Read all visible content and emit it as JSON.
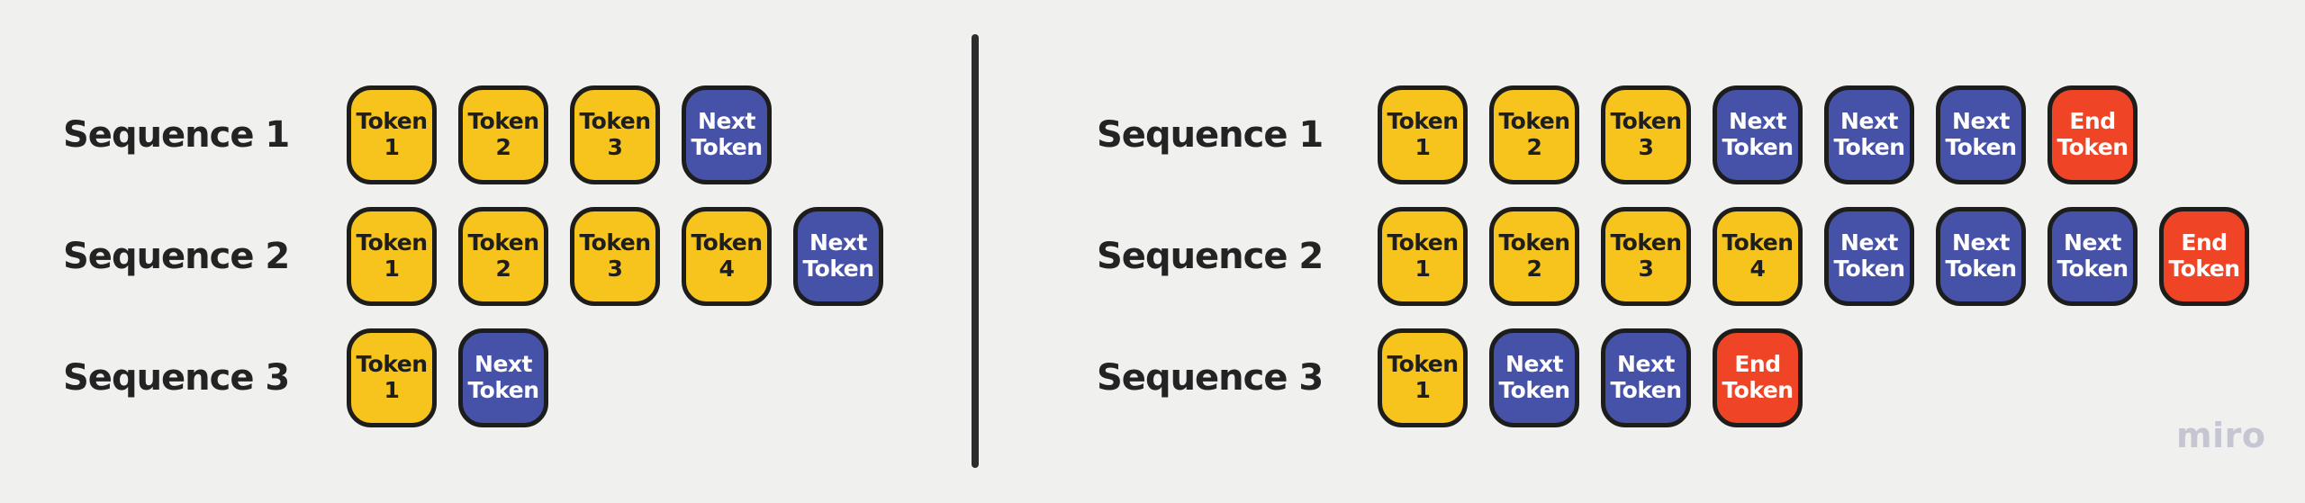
{
  "colors": {
    "background": "#f0f0ee",
    "card_yellow": "#f6c41c",
    "card_blue": "#4652a8",
    "card_red": "#ef4526",
    "card_border": "#1d1d1b",
    "label_text": "#232323",
    "card_dark_text": "#1e1e1e",
    "card_light_text": "#ffffff",
    "divider": "#2d2d2d",
    "watermark": "#c5c6d1"
  },
  "watermark": "miro",
  "panels": [
    {
      "side": "left",
      "rows": [
        {
          "label": "Sequence 1",
          "tokens": [
            {
              "type": "input",
              "line1": "Token",
              "line2": "1"
            },
            {
              "type": "input",
              "line1": "Token",
              "line2": "2"
            },
            {
              "type": "input",
              "line1": "Token",
              "line2": "3"
            },
            {
              "type": "next",
              "line1": "Next",
              "line2": "Token"
            }
          ]
        },
        {
          "label": "Sequence 2",
          "tokens": [
            {
              "type": "input",
              "line1": "Token",
              "line2": "1"
            },
            {
              "type": "input",
              "line1": "Token",
              "line2": "2"
            },
            {
              "type": "input",
              "line1": "Token",
              "line2": "3"
            },
            {
              "type": "input",
              "line1": "Token",
              "line2": "4"
            },
            {
              "type": "next",
              "line1": "Next",
              "line2": "Token"
            }
          ]
        },
        {
          "label": "Sequence 3",
          "tokens": [
            {
              "type": "input",
              "line1": "Token",
              "line2": "1"
            },
            {
              "type": "next",
              "line1": "Next",
              "line2": "Token"
            }
          ]
        }
      ]
    },
    {
      "side": "right",
      "rows": [
        {
          "label": "Sequence 1",
          "tokens": [
            {
              "type": "input",
              "line1": "Token",
              "line2": "1"
            },
            {
              "type": "input",
              "line1": "Token",
              "line2": "2"
            },
            {
              "type": "input",
              "line1": "Token",
              "line2": "3"
            },
            {
              "type": "next",
              "line1": "Next",
              "line2": "Token"
            },
            {
              "type": "next",
              "line1": "Next",
              "line2": "Token"
            },
            {
              "type": "next",
              "line1": "Next",
              "line2": "Token"
            },
            {
              "type": "end",
              "line1": "End",
              "line2": "Token"
            }
          ]
        },
        {
          "label": "Sequence 2",
          "tokens": [
            {
              "type": "input",
              "line1": "Token",
              "line2": "1"
            },
            {
              "type": "input",
              "line1": "Token",
              "line2": "2"
            },
            {
              "type": "input",
              "line1": "Token",
              "line2": "3"
            },
            {
              "type": "input",
              "line1": "Token",
              "line2": "4"
            },
            {
              "type": "next",
              "line1": "Next",
              "line2": "Token"
            },
            {
              "type": "next",
              "line1": "Next",
              "line2": "Token"
            },
            {
              "type": "next",
              "line1": "Next",
              "line2": "Token"
            },
            {
              "type": "end",
              "line1": "End",
              "line2": "Token"
            }
          ]
        },
        {
          "label": "Sequence 3",
          "tokens": [
            {
              "type": "input",
              "line1": "Token",
              "line2": "1"
            },
            {
              "type": "next",
              "line1": "Next",
              "line2": "Token"
            },
            {
              "type": "next",
              "line1": "Next",
              "line2": "Token"
            },
            {
              "type": "end",
              "line1": "End",
              "line2": "Token"
            }
          ]
        }
      ]
    }
  ]
}
